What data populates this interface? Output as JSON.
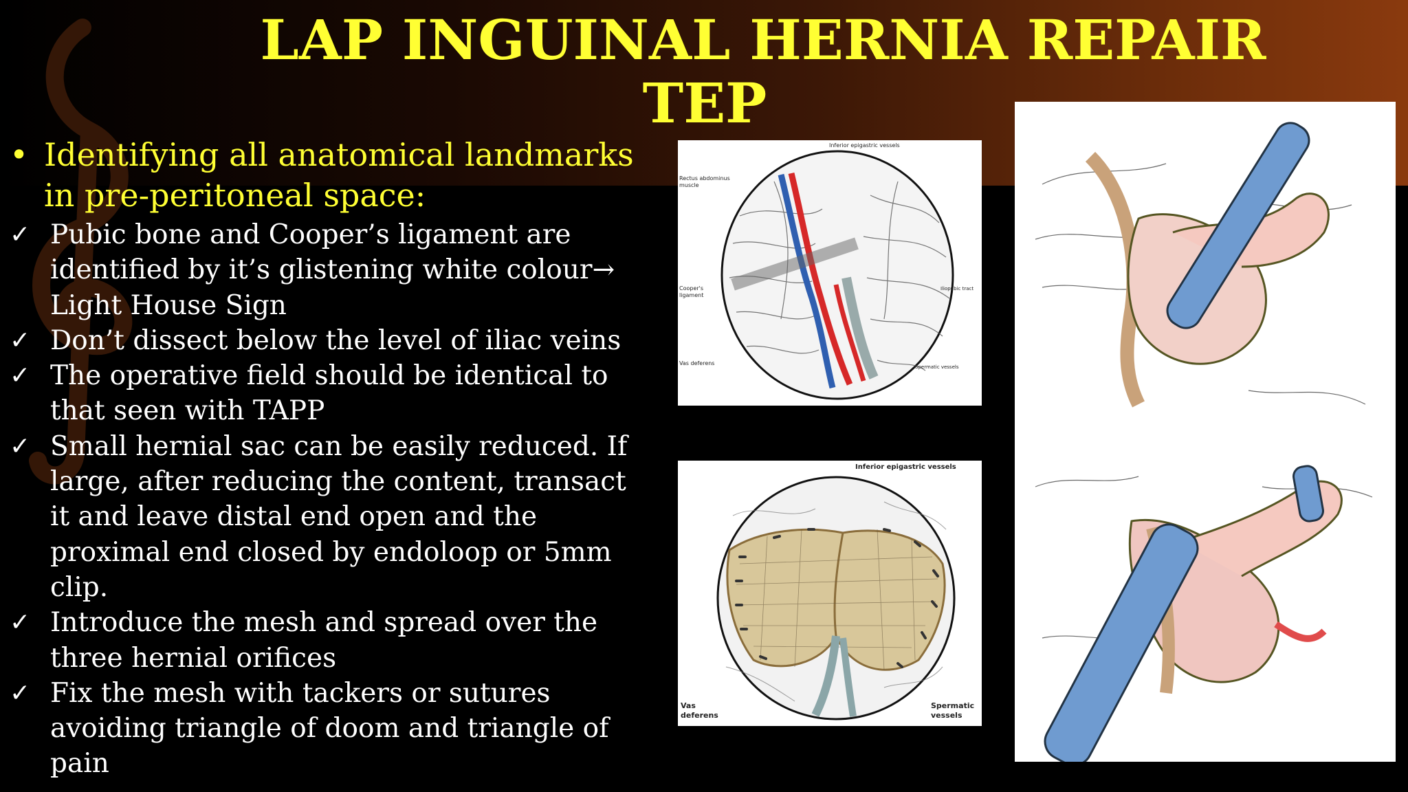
{
  "slide": {
    "title_line1": "LAP INGUINAL HERNIA REPAIR",
    "title_line2": "TEP",
    "bullet": "Identifying all anatomical landmarks in pre-peritoneal space:",
    "checks": [
      "Pubic bone and Cooper’s ligament are identified by it’s glistening white colour→ Light House Sign",
      "Don’t dissect below the level of iliac veins",
      "The operative field should be identical to that seen with TAPP",
      "Small hernial sac can be easily reduced. If large, after reducing the content, transact it and leave distal end open and the proximal end closed by endoloop or 5mm clip.",
      "Introduce the mesh and spread over the three hernial orifices",
      "Fix the mesh with tackers or sutures avoiding triangle of doom and triangle of pain"
    ],
    "bullet_symbol": "•",
    "check_symbol": "✓"
  },
  "figure1": {
    "labels": {
      "inferior_epigastric": "Inferior epigastric vessels",
      "rectus_1": "Rectus abdominus",
      "rectus_2": "muscle",
      "coopers_1": "Cooper's",
      "coopers_2": "ligament",
      "iliopubic": "Iliopubic tract",
      "vas": "Vas deferens",
      "spermatic": "Spermatic vessels"
    }
  },
  "figure2": {
    "labels": {
      "inferior_epigastric": "Inferior epigastric vessels",
      "vas_1": "Vas",
      "vas_2": "deferens",
      "spermatic_1": "Spermatic",
      "spermatic_2": "vessels"
    }
  },
  "colors": {
    "title": "#ffff33",
    "bullet_text": "#ffff33",
    "check_text": "#ffffff",
    "artery_red": "#d62828",
    "vein_blue": "#2f5fb0",
    "instrument_blue": "#6f9bd0",
    "mesh": "#d8c79a"
  }
}
